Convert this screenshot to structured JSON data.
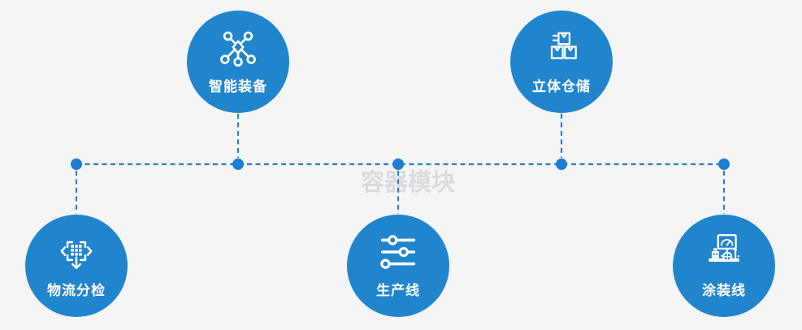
{
  "page": {
    "watermark": "容器模块"
  },
  "colors": {
    "circle_blue": "#2185cd",
    "dot_blue": "#1d7dd2",
    "line_blue": "#2d7ec9",
    "label_white": "#ffffff",
    "watermark_gray": "#dbdbdd",
    "background": "#f5f5f6"
  },
  "nodes": [
    {
      "label": "智能装备",
      "icon": "network-nodes-icon",
      "position": "top-left"
    },
    {
      "label": "立体仓储",
      "icon": "stacked-boxes-icon",
      "position": "top-right"
    },
    {
      "label": "物流分检",
      "icon": "sorting-arrows-icon",
      "position": "bottom-left"
    },
    {
      "label": "生产线",
      "icon": "sliders-icon",
      "position": "bottom-center"
    },
    {
      "label": "涂装线",
      "icon": "coating-machine-icon",
      "position": "bottom-right"
    }
  ]
}
